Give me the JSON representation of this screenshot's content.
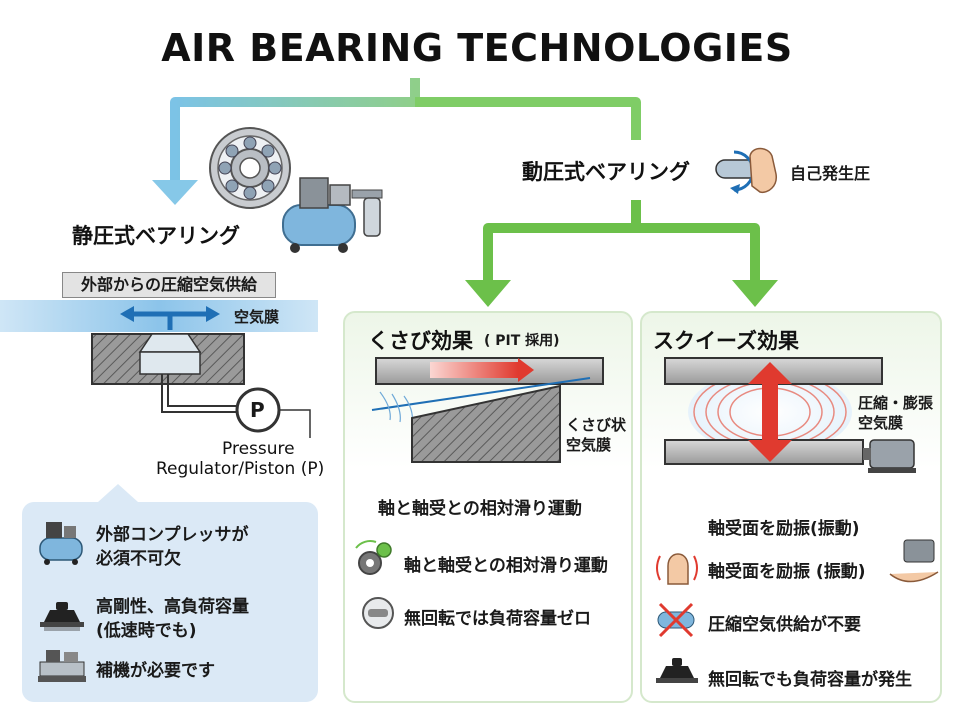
{
  "title": "AIR BEARING TECHNOLOGIES",
  "colors": {
    "blue_arrow": "#7cc3e6",
    "green_arrow": "#6cc04a",
    "red_arrow": "#e03a2f",
    "panel_blue": "#dbe9f6",
    "panel_green": "#edf6e8"
  },
  "static": {
    "heading": "静圧式ベアリング",
    "supply_label": "外部からの圧縮空気供給",
    "film_label": "空気膜",
    "gauge_letter": "P",
    "pressure_label_line1": "Pressure",
    "pressure_label_line2": "Regulator/Piston (P)",
    "features": [
      {
        "icon": "compressor-icon",
        "line1": "外部コンプレッサが",
        "line2": "必須不可欠"
      },
      {
        "icon": "weight-icon",
        "line1": "高剛性、高負荷容量",
        "line2": "(低速時でも)"
      },
      {
        "icon": "auxiliary-equipment-icon",
        "line1": "補機が必要です",
        "line2": ""
      }
    ]
  },
  "dynamic": {
    "heading": "動圧式ベアリング",
    "self_pressure": "自己発生圧"
  },
  "wedge": {
    "heading": "くさび効果",
    "note": "( PIT 採用)",
    "film_label_line1": "くさび状",
    "film_label_line2": "空気膜",
    "summary": "軸と軸受との相対滑り運動",
    "features": [
      {
        "icon": "gears-icon",
        "text": "軸と軸受との相対滑り運動"
      },
      {
        "icon": "bearing-zero-icon",
        "text": "無回転では負荷容量ゼロ"
      }
    ]
  },
  "squeeze": {
    "heading": "スクイーズ効果",
    "film_label_line1": "圧縮・膨張",
    "film_label_line2": "空気膜",
    "summary": "軸受面を励振(振動)",
    "features": [
      {
        "icon": "vibrating-hand-icon",
        "text": "軸受面を励振 (振動)"
      },
      {
        "icon": "no-air-supply-icon",
        "text": "圧縮空気供給が不要"
      },
      {
        "icon": "weight-icon",
        "text": "無回転でも負荷容量が発生"
      }
    ]
  }
}
